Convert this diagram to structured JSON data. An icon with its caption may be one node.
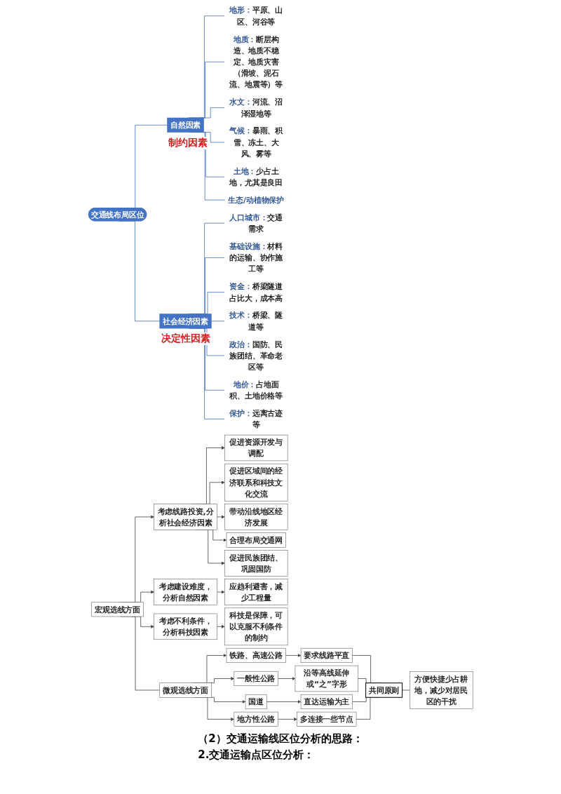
{
  "diagram": {
    "nodes": [
      {
        "text": [
          "交通线布局区位"
        ]
      },
      {
        "text": [
          "自然因素"
        ],
        "beside": [
          "制约因素"
        ]
      },
      {
        "text": [
          "地形：",
          "平原、山区、河谷等"
        ]
      },
      {
        "text": [
          "地质：",
          "断层构造、地质不稳定、地质灾害（滑坡、泥石流、地震等）等"
        ]
      },
      {
        "text": [
          "水文：",
          "河流、沼泽湿地等"
        ]
      },
      {
        "text": [
          "气候：",
          "暴雨、积雪、冻土、大风、雾等"
        ]
      },
      {
        "text": [
          "土地：",
          "少占土地，尤其是良田"
        ]
      },
      {
        "text": [
          "生态/动植物保护"
        ]
      },
      {
        "text": [
          "社会经济因素"
        ],
        "beside": [
          "决定性因素"
        ]
      },
      {
        "text": [
          "人口城市：",
          "交通需求"
        ]
      },
      {
        "text": [
          "基础设施：",
          "材料的运输、协作施工等"
        ]
      },
      {
        "text": [
          "资金：",
          "桥梁隧道占比大，成本高"
        ]
      },
      {
        "text": [
          "技术：",
          "桥梁、隧道等"
        ]
      },
      {
        "text": [
          "政治：",
          "国防、民族团结、革命老区等"
        ]
      },
      {
        "text": [
          "地价：",
          "占地面积、土地价格等"
        ]
      },
      {
        "text": [
          "保护：",
          "远离古迹等"
        ]
      },
      {
        "text": [
          "宏观选线方面"
        ]
      },
      {
        "text": [
          "考虑线路投资,分析社会经济因素"
        ]
      },
      {
        "text": [
          "促进资源开发与调配"
        ]
      },
      {
        "text": [
          "促进区域间的经济联系和科技文化交流"
        ]
      },
      {
        "text": [
          "带动沿线地区经济发展"
        ]
      },
      {
        "text": [
          "合理布局交通网"
        ]
      },
      {
        "text": [
          "促进民族团结、巩固国防"
        ]
      },
      {
        "text": [
          "考虑建设难度，分析自然因素"
        ]
      },
      {
        "text": [
          "应趋利避害，减少工程量"
        ]
      },
      {
        "text": [
          "考虑不利条件，分析科技因素"
        ]
      },
      {
        "text": [
          "科技是保障，可以克服不利条件的制约"
        ]
      },
      {
        "text": [
          "微观选线方面"
        ]
      },
      {
        "text": [
          "铁路、高速公路"
        ]
      },
      {
        "text": [
          "要求线路平直"
        ]
      },
      {
        "text": [
          "一般性公路"
        ]
      },
      {
        "text": [
          "沿等高线延伸或“之”字形"
        ]
      },
      {
        "text": [
          "国道"
        ]
      },
      {
        "text": [
          "直达运输为主"
        ]
      },
      {
        "text": [
          "地方性公路"
        ]
      },
      {
        "text": [
          "多连接一些节点"
        ]
      },
      {
        "text": [
          "共同原则"
        ]
      },
      {
        "text": [
          "方便快捷少占耕地，减少对居民区的干扰"
        ]
      }
    ],
    "edges": [
      {
        "from": 0,
        "to": 1,
        "arrow": "none",
        "color": "#4472c4"
      },
      {
        "from": 0,
        "to": 8,
        "arrow": "none",
        "color": "#4472c4"
      },
      {
        "from": 1,
        "to": 2,
        "arrow": "none",
        "color": "#4472c4"
      },
      {
        "from": 1,
        "to": 3,
        "arrow": "none",
        "color": "#4472c4"
      },
      {
        "from": 1,
        "to": 4,
        "arrow": "none",
        "color": "#4472c4"
      },
      {
        "from": 1,
        "to": 5,
        "arrow": "none",
        "color": "#4472c4"
      },
      {
        "from": 1,
        "to": 6,
        "arrow": "none",
        "color": "#4472c4"
      },
      {
        "from": 1,
        "to": 7,
        "arrow": "none",
        "color": "#4472c4"
      },
      {
        "from": 8,
        "to": 9,
        "arrow": "none",
        "color": "#4472c4"
      },
      {
        "from": 8,
        "to": 10,
        "arrow": "none",
        "color": "#4472c4"
      },
      {
        "from": 8,
        "to": 11,
        "arrow": "none",
        "color": "#4472c4"
      },
      {
        "from": 8,
        "to": 12,
        "arrow": "none",
        "color": "#4472c4"
      },
      {
        "from": 8,
        "to": 13,
        "arrow": "none",
        "color": "#4472c4"
      },
      {
        "from": 8,
        "to": 14,
        "arrow": "none",
        "color": "#4472c4"
      },
      {
        "from": 8,
        "to": 15,
        "arrow": "none",
        "color": "#4472c4"
      },
      {
        "from": 16,
        "to": 17,
        "arrow": "to"
      },
      {
        "from": 17,
        "to": 18,
        "arrow": "to"
      },
      {
        "from": 17,
        "to": 19,
        "arrow": "to"
      },
      {
        "from": 17,
        "to": 20,
        "arrow": "to"
      },
      {
        "from": 17,
        "to": 21,
        "arrow": "to"
      },
      {
        "from": 17,
        "to": 22,
        "arrow": "to"
      },
      {
        "from": 16,
        "to": 23,
        "arrow": "to"
      },
      {
        "from": 23,
        "to": 24,
        "arrow": "to"
      },
      {
        "from": 16,
        "to": 25,
        "arrow": "to"
      },
      {
        "from": 25,
        "to": 26,
        "arrow": "to"
      },
      {
        "from": 16,
        "to": 27,
        "arrow": "none"
      },
      {
        "from": 27,
        "to": 28,
        "arrow": "to"
      },
      {
        "from": 28,
        "to": 29,
        "arrow": "to"
      },
      {
        "from": 27,
        "to": 30,
        "arrow": "to"
      },
      {
        "from": 30,
        "to": 31,
        "arrow": "to"
      },
      {
        "from": 27,
        "to": 32,
        "arrow": "to"
      },
      {
        "from": 32,
        "to": 33,
        "arrow": "to"
      },
      {
        "from": 27,
        "to": 34,
        "arrow": "to"
      },
      {
        "from": 34,
        "to": 35,
        "arrow": "to"
      },
      {
        "from": 29,
        "to": 36,
        "arrow": "none"
      },
      {
        "from": 31,
        "to": 36,
        "arrow": "none"
      },
      {
        "from": 33,
        "to": 36,
        "arrow": "none"
      },
      {
        "from": 35,
        "to": 36,
        "arrow": "none"
      },
      {
        "from": 36,
        "to": 37,
        "arrow": "none"
      }
    ],
    "labels": [
      "（2）交通运输线区位分析的思路：",
      "2.交通运输点区位分析："
    ]
  }
}
